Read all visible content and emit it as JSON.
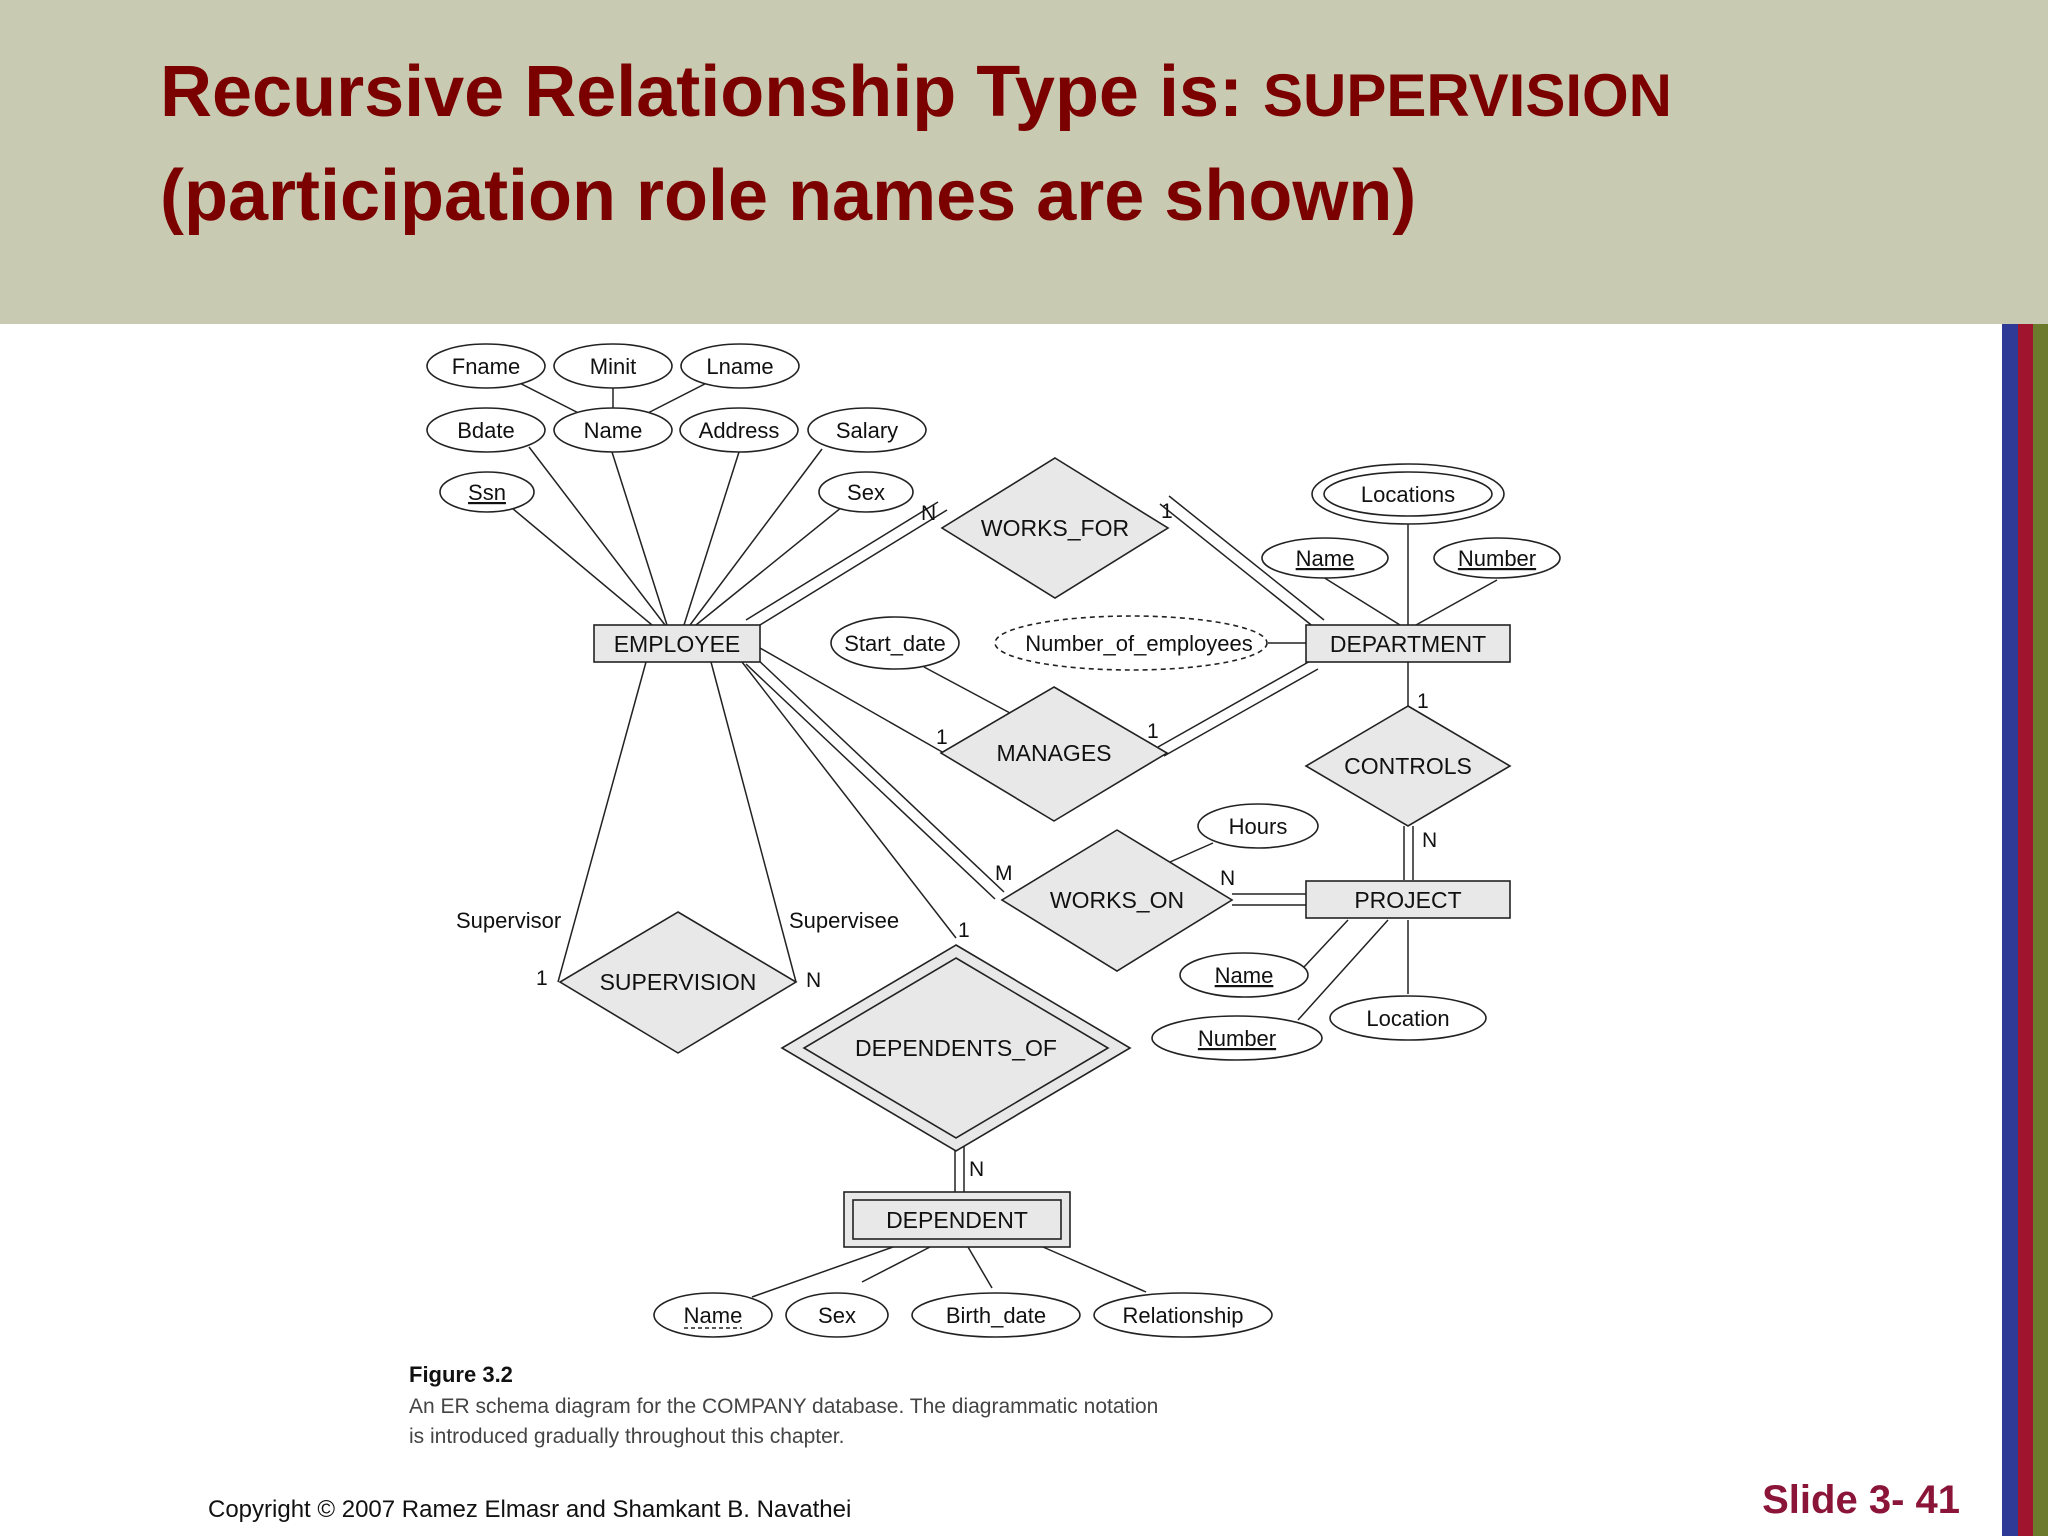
{
  "slide": {
    "title_part1": "Recursive Relationship Type is: ",
    "title_part2": "SUPERVISION",
    "title_line2": "(participation role names are shown)",
    "copyright": "Copyright © 2007 Ramez Elmasr and Shamkant B. Navathei",
    "slide_number": "Slide 3- 41"
  },
  "colors": {
    "header_bg": "#c8cbb2",
    "title": "#7b0000",
    "slide_number": "#8a1538",
    "stripe_blue": "#2e3a96",
    "stripe_red": "#a0152d",
    "stripe_olive": "#6b7a2c",
    "shape_fill": "#e8e8e8"
  },
  "figure": {
    "label": "Figure 3.2",
    "caption_line1": "An ER schema diagram for the COMPANY database. The diagrammatic notation",
    "caption_line2": "is introduced gradually throughout this chapter."
  },
  "diagram": {
    "entities": {
      "employee": "EMPLOYEE",
      "department": "DEPARTMENT",
      "project": "PROJECT",
      "dependent": "DEPENDENT"
    },
    "relationships": {
      "works_for": "WORKS_FOR",
      "manages": "MANAGES",
      "works_on": "WORKS_ON",
      "controls": "CONTROLS",
      "supervision": "SUPERVISION",
      "dependents_of": "DEPENDENTS_OF"
    },
    "attributes": {
      "fname": "Fname",
      "minit": "Minit",
      "lname": "Lname",
      "bdate": "Bdate",
      "emp_name": "Name",
      "address": "Address",
      "salary": "Salary",
      "ssn": "Ssn",
      "emp_sex": "Sex",
      "locations": "Locations",
      "dept_name": "Name",
      "dept_number": "Number",
      "start_date": "Start_date",
      "number_of_employees": "Number_of_employees",
      "hours": "Hours",
      "proj_name": "Name",
      "proj_number": "Number",
      "proj_location": "Location",
      "dep_name": "Name",
      "dep_sex": "Sex",
      "birth_date": "Birth_date",
      "relationship": "Relationship"
    },
    "roles": {
      "supervisor": "Supervisor",
      "supervisee": "Supervisee"
    },
    "cardinalities": {
      "works_for_emp": "N",
      "works_for_dept": "1",
      "manages_emp": "1",
      "manages_dept": "1",
      "controls_dept": "1",
      "controls_proj": "N",
      "works_on_emp": "M",
      "works_on_proj": "N",
      "supervision_supervisor": "1",
      "supervision_supervisee": "N",
      "dependents_of_emp": "1",
      "dependents_of_dep": "N"
    }
  }
}
